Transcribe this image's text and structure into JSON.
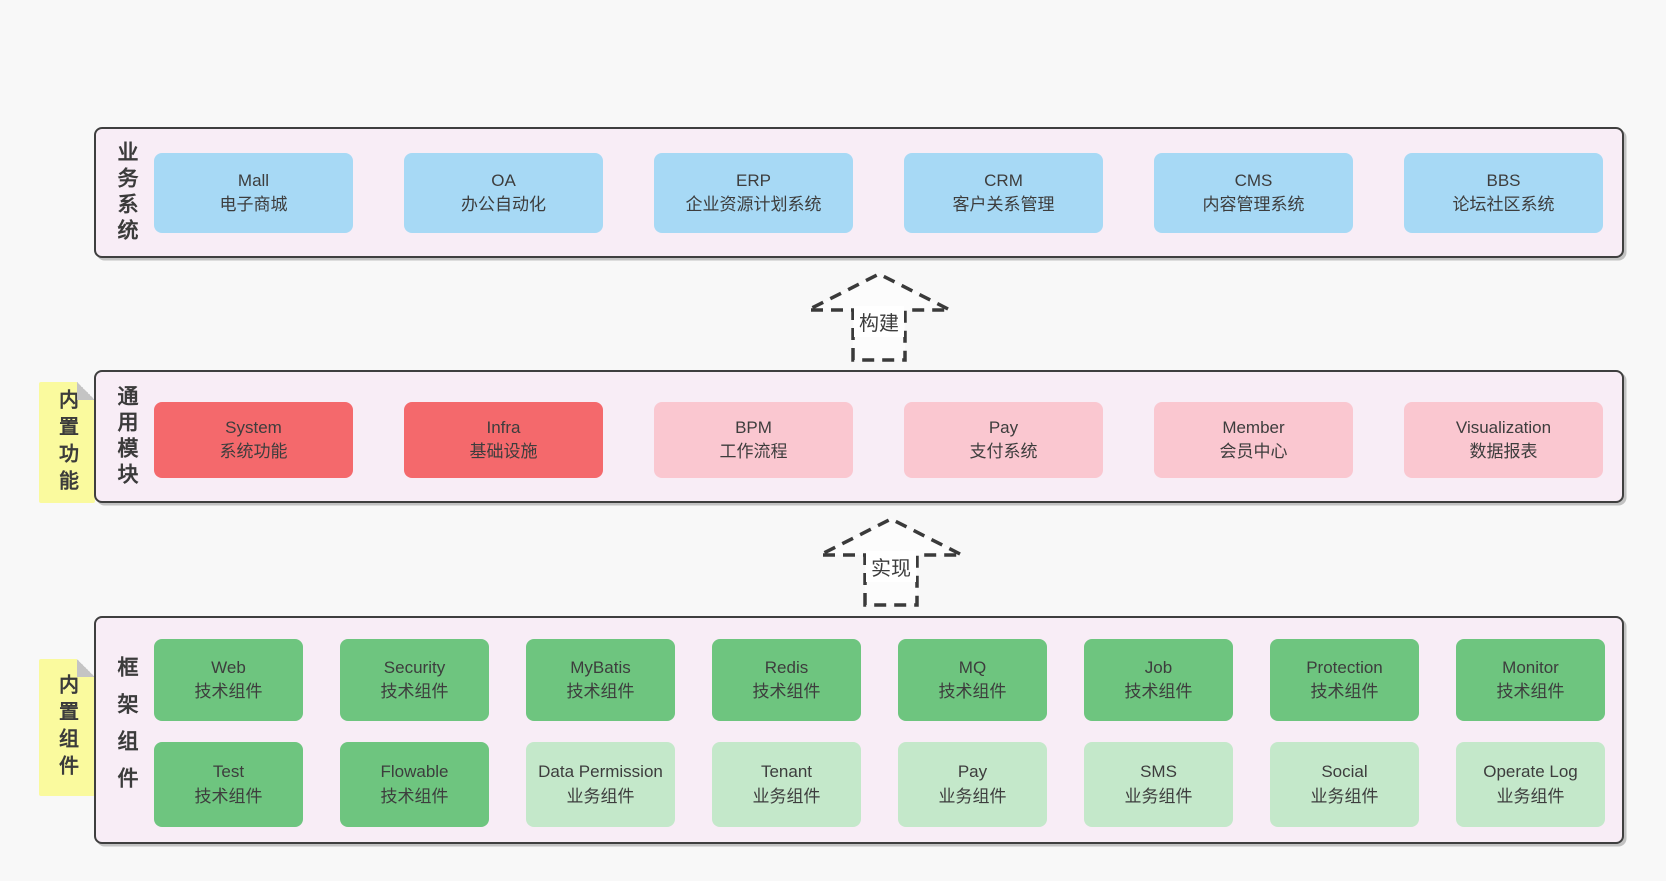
{
  "colors": {
    "page_bg": "#f8f8f8",
    "layer_bg": "#f8edf6",
    "blue": "#a7d9f5",
    "red": "#f4696c",
    "pink": "#fac7d0",
    "green": "#6ec57f",
    "light_green": "#c4e8ca",
    "note_yellow": "#fafa9e",
    "border": "#3f3f3f"
  },
  "layers": {
    "business": {
      "label": "业务系统",
      "boxes": [
        {
          "id": "mall",
          "title": "Mall",
          "subtitle": "电子商城",
          "variant": "blue"
        },
        {
          "id": "oa",
          "title": "OA",
          "subtitle": "办公自动化",
          "variant": "blue"
        },
        {
          "id": "erp",
          "title": "ERP",
          "subtitle": "企业资源计划系统",
          "variant": "blue"
        },
        {
          "id": "crm",
          "title": "CRM",
          "subtitle": "客户关系管理",
          "variant": "blue"
        },
        {
          "id": "cms",
          "title": "CMS",
          "subtitle": "内容管理系统",
          "variant": "blue"
        },
        {
          "id": "bbs",
          "title": "BBS",
          "subtitle": "论坛社区系统",
          "variant": "blue"
        }
      ]
    },
    "modules": {
      "label": "通用模块",
      "note": "内置功能",
      "boxes": [
        {
          "id": "system",
          "title": "System",
          "subtitle": "系统功能",
          "variant": "red"
        },
        {
          "id": "infra",
          "title": "Infra",
          "subtitle": "基础设施",
          "variant": "red"
        },
        {
          "id": "bpm",
          "title": "BPM",
          "subtitle": "工作流程",
          "variant": "pink"
        },
        {
          "id": "pay-module",
          "title": "Pay",
          "subtitle": "支付系统",
          "variant": "pink"
        },
        {
          "id": "member",
          "title": "Member",
          "subtitle": "会员中心",
          "variant": "pink"
        },
        {
          "id": "visualization",
          "title": "Visualization",
          "subtitle": "数据报表",
          "variant": "pink"
        }
      ]
    },
    "components": {
      "label": "框架组件",
      "note": "内置组件",
      "row1": [
        {
          "id": "web",
          "title": "Web",
          "subtitle": "技术组件",
          "variant": "green"
        },
        {
          "id": "security",
          "title": "Security",
          "subtitle": "技术组件",
          "variant": "green"
        },
        {
          "id": "mybatis",
          "title": "MyBatis",
          "subtitle": "技术组件",
          "variant": "green"
        },
        {
          "id": "redis",
          "title": "Redis",
          "subtitle": "技术组件",
          "variant": "green"
        },
        {
          "id": "mq",
          "title": "MQ",
          "subtitle": "技术组件",
          "variant": "green"
        },
        {
          "id": "job",
          "title": "Job",
          "subtitle": "技术组件",
          "variant": "green"
        },
        {
          "id": "protection",
          "title": "Protection",
          "subtitle": "技术组件",
          "variant": "green"
        },
        {
          "id": "monitor",
          "title": "Monitor",
          "subtitle": "技术组件",
          "variant": "green"
        }
      ],
      "row2": [
        {
          "id": "test",
          "title": "Test",
          "subtitle": "技术组件",
          "variant": "green"
        },
        {
          "id": "flowable",
          "title": "Flowable",
          "subtitle": "技术组件",
          "variant": "green"
        },
        {
          "id": "data-permission",
          "title": "Data Permission",
          "subtitle": "业务组件",
          "variant": "lightgreen"
        },
        {
          "id": "tenant",
          "title": "Tenant",
          "subtitle": "业务组件",
          "variant": "lightgreen"
        },
        {
          "id": "pay-component",
          "title": "Pay",
          "subtitle": "业务组件",
          "variant": "lightgreen"
        },
        {
          "id": "sms",
          "title": "SMS",
          "subtitle": "业务组件",
          "variant": "lightgreen"
        },
        {
          "id": "social",
          "title": "Social",
          "subtitle": "业务组件",
          "variant": "lightgreen"
        },
        {
          "id": "operate-log",
          "title": "Operate Log",
          "subtitle": "业务组件",
          "variant": "lightgreen"
        }
      ]
    }
  },
  "arrows": {
    "build": {
      "label": "构建"
    },
    "implement": {
      "label": "实现"
    }
  }
}
